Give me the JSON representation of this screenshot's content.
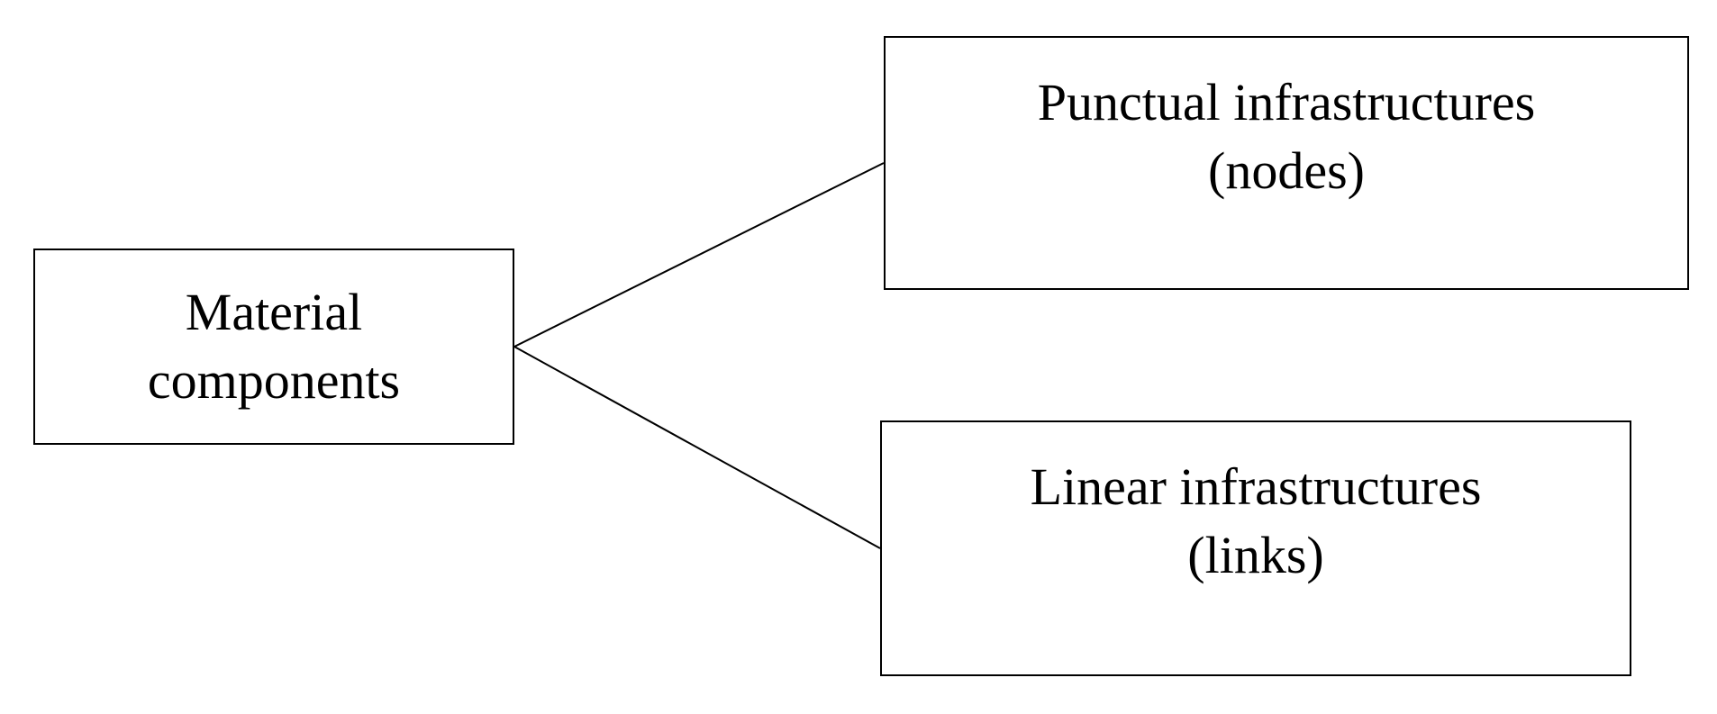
{
  "diagram": {
    "root": {
      "line1": "Material",
      "line2": "components"
    },
    "children": [
      {
        "line1": "Punctual infrastructures",
        "line2": "(nodes)"
      },
      {
        "line1": "Linear infrastructures",
        "line2": "(links)"
      }
    ],
    "colors": {
      "stroke": "#000000",
      "background": "#ffffff",
      "text": "#000000"
    }
  }
}
